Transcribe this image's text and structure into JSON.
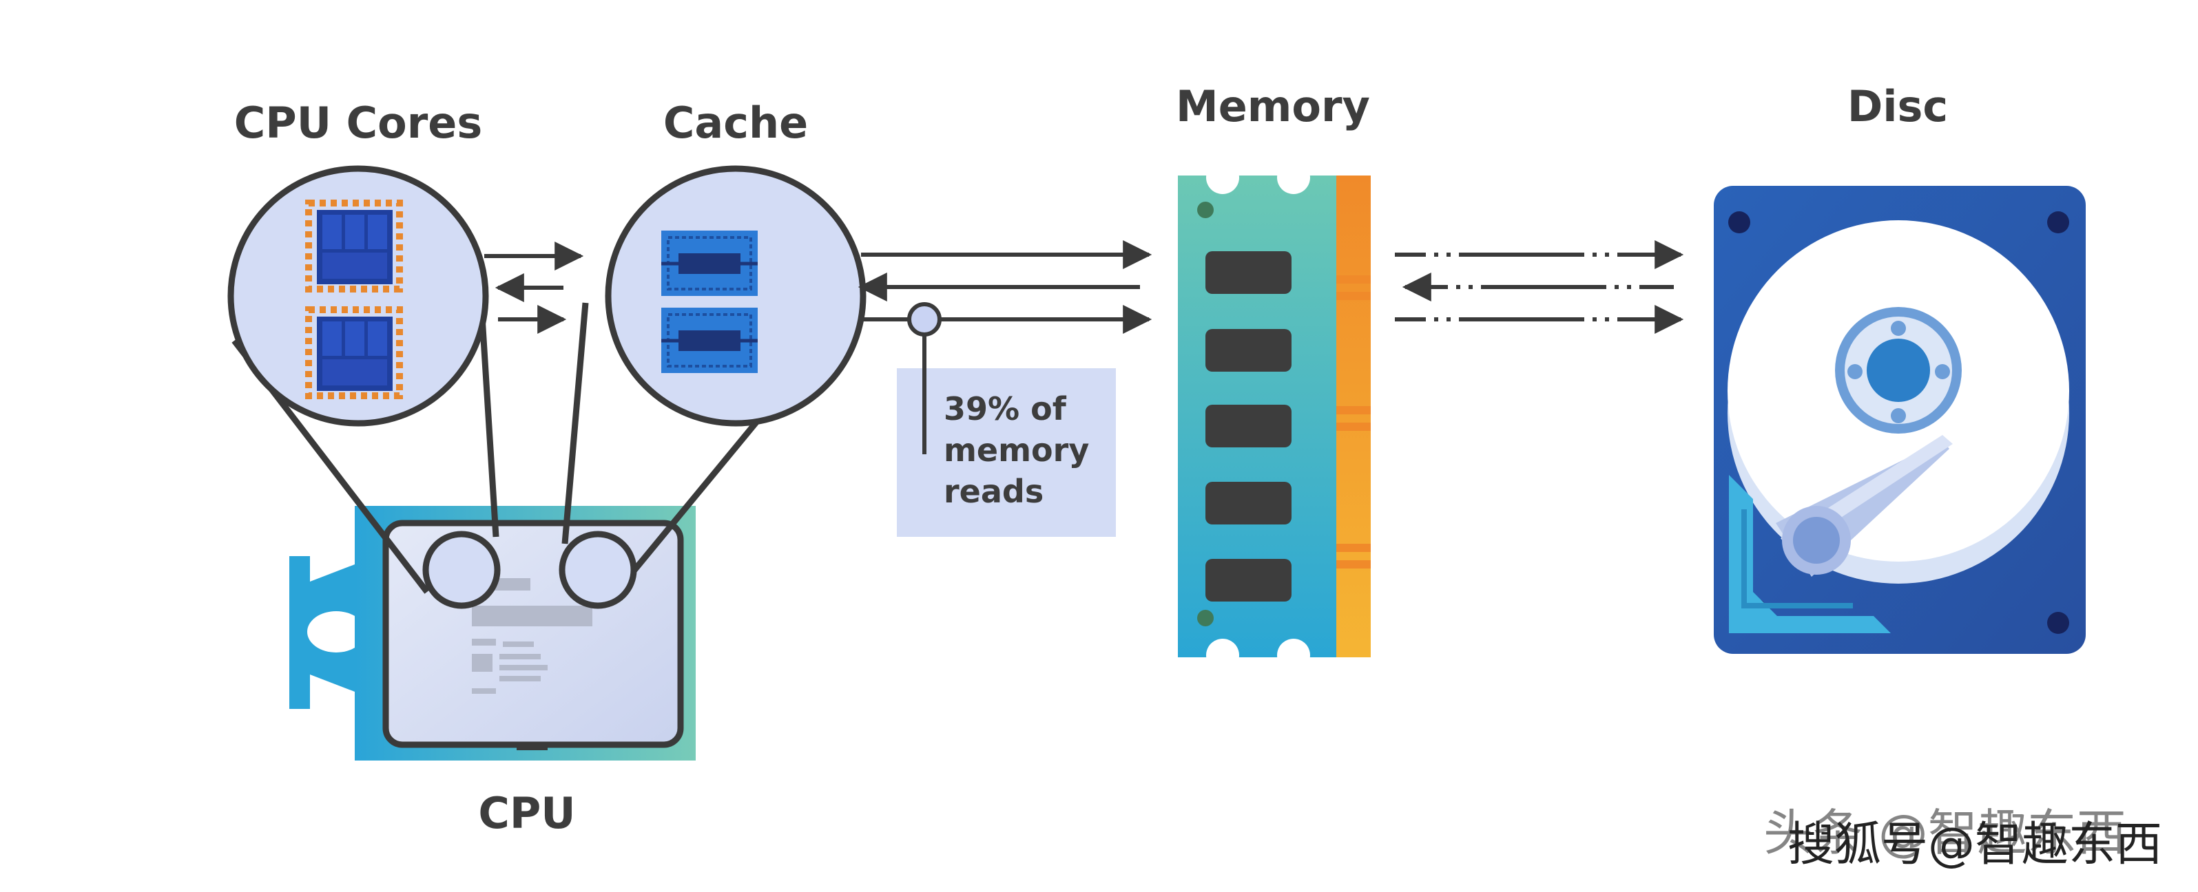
{
  "labels": {
    "cpu_cores": "CPU Cores",
    "cache": "Cache",
    "memory": "Memory",
    "disc": "Disc",
    "cpu": "CPU"
  },
  "annotation": {
    "line1": "39% of",
    "line2": "memory",
    "line3": "reads"
  },
  "watermark": {
    "back": "头条 @智趣东西",
    "front": "搜狐号@智趣东西"
  },
  "colors": {
    "text": "#3d3d3d",
    "bubble_fill": "#d3dcf5",
    "outline": "#3a3a3a",
    "chip_blue": "#1f3f9e",
    "chip_pin": "#e8882e",
    "cache_blue": "#2c7bd6",
    "memory_teal": "#5cc4b8",
    "memory_orange": "#f5a623",
    "disc_blue": "#2c5fb0",
    "annotation_box": "#d3dcf5"
  },
  "icons": [
    "cpu-chip-icon",
    "cache-chip-icon",
    "memory-stick-icon",
    "hard-disk-icon",
    "arrow-right-icon",
    "arrow-left-icon"
  ]
}
